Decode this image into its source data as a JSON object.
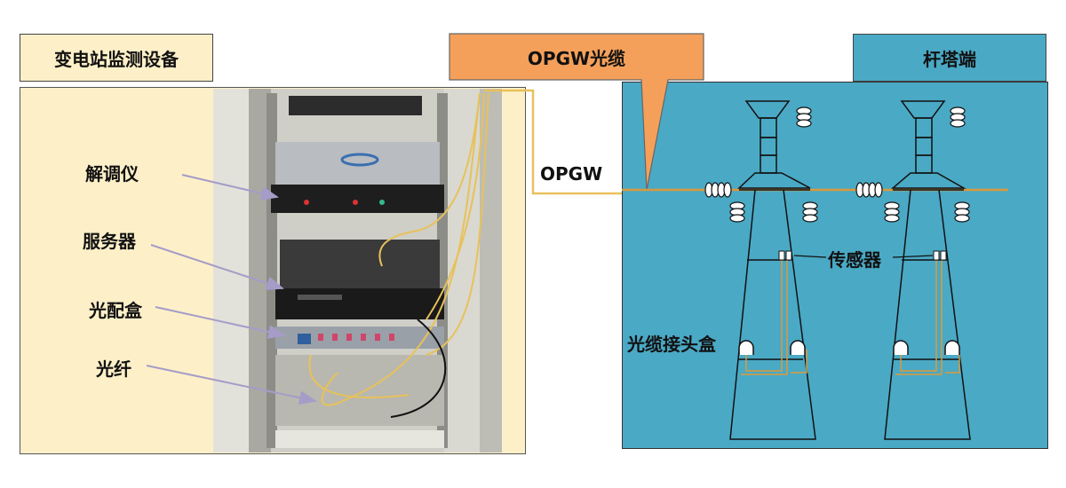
{
  "substation": {
    "title": "变电站监测设备",
    "labels": {
      "demodulator": "解调仪",
      "server": "服务器",
      "odf_box": "光配盒",
      "fiber": "光纤"
    }
  },
  "opgw_callout": "OPGW光缆",
  "opgw_line_label": "OPGW",
  "tower": {
    "title": "杆塔端",
    "sensor_label": "传感器",
    "joint_box_label": "光缆接头盒"
  },
  "colors": {
    "substation_bg": "#fdf0c8",
    "tower_bg": "#4aa9c5",
    "callout": "#f5a05a",
    "cable": "#e8c15a"
  }
}
